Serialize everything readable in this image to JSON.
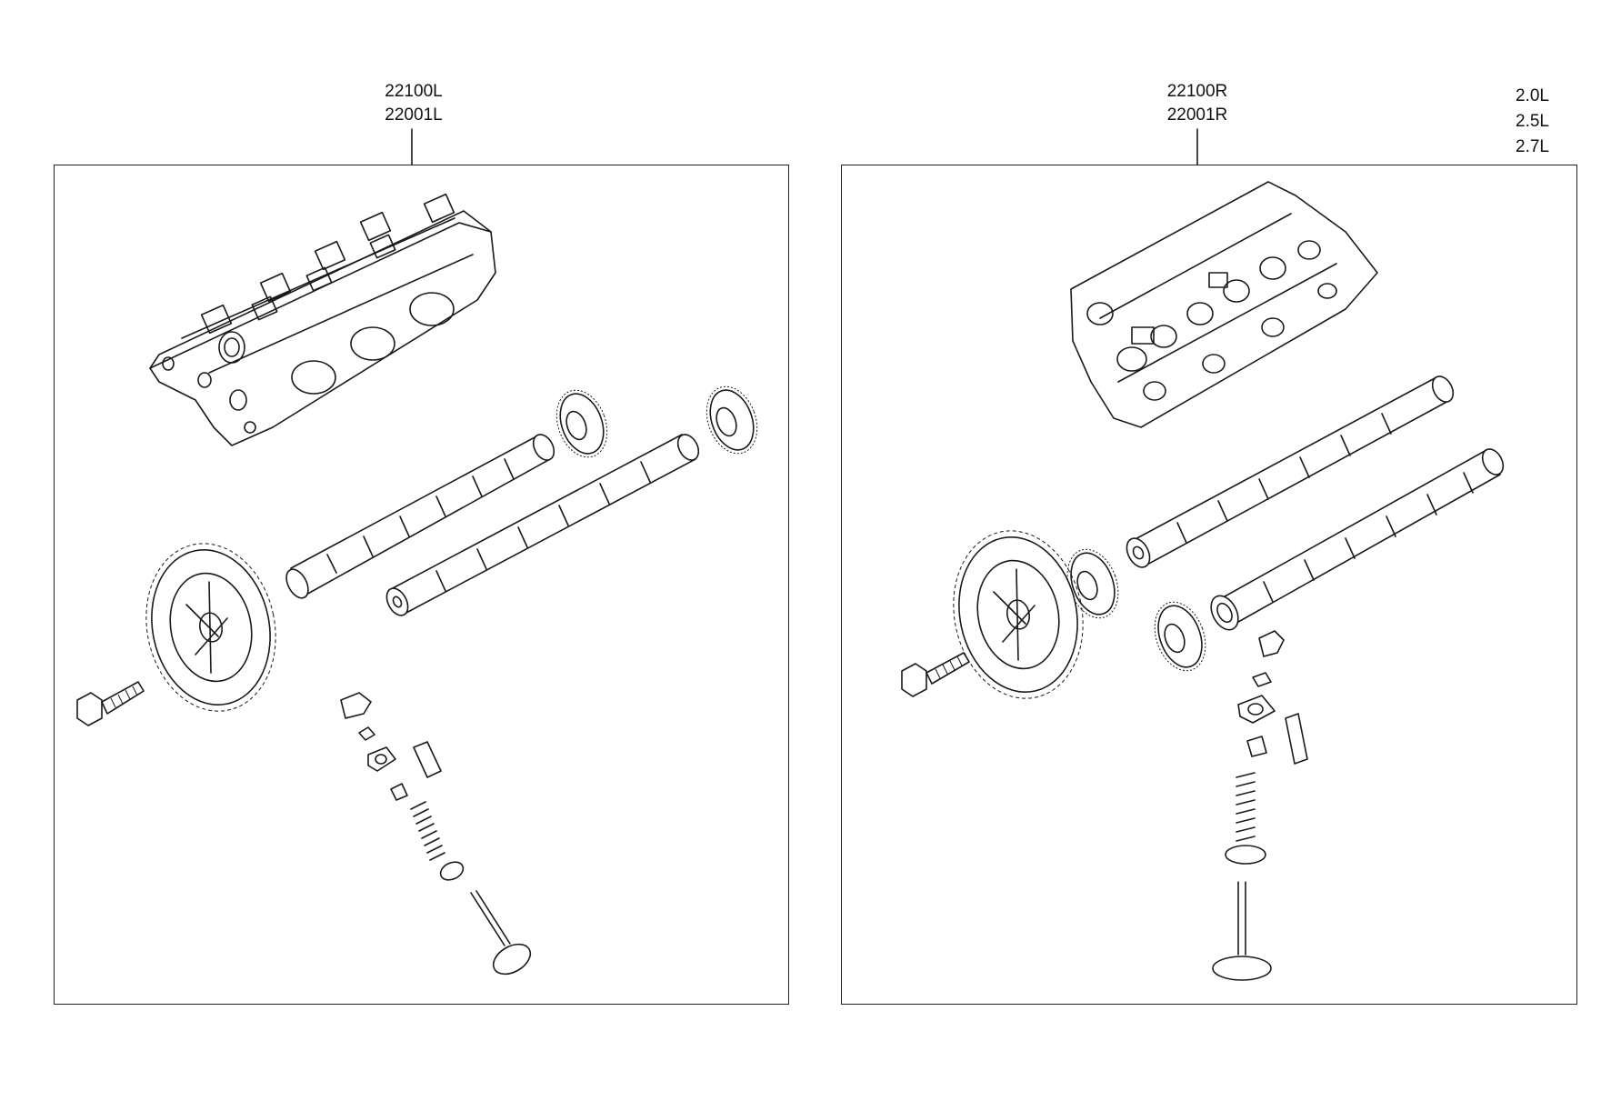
{
  "left_group": {
    "part_numbers": [
      "22100L",
      "22001L"
    ]
  },
  "right_group": {
    "part_numbers": [
      "22100R",
      "22001R"
    ]
  },
  "engine_variants": [
    "2.0L",
    "2.5L",
    "2.7L"
  ]
}
